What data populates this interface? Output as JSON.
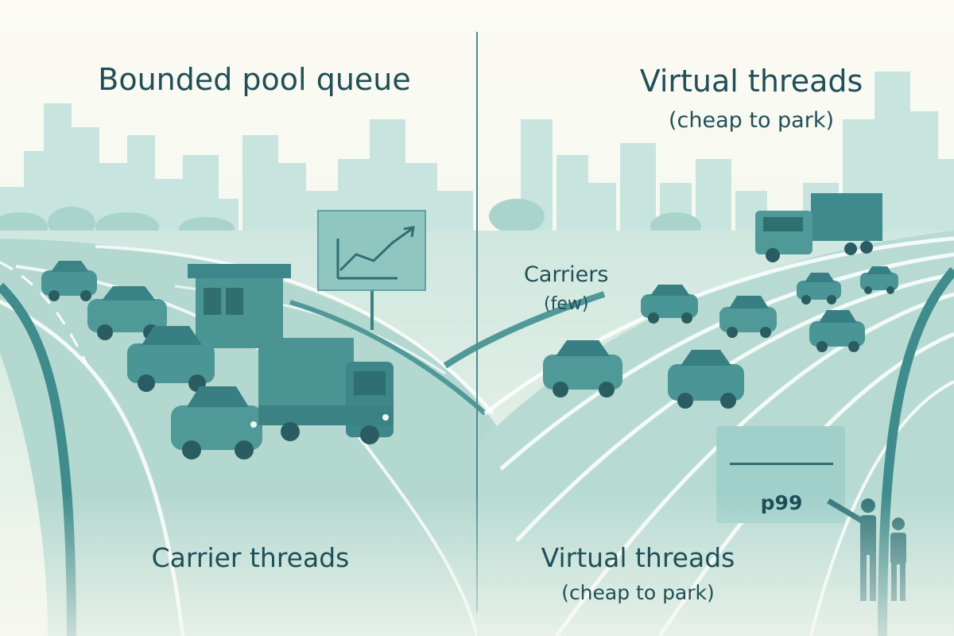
{
  "left_panel": {
    "title": "Bounded pool queue",
    "bottom_label": "Carrier threads",
    "sign_icon": "trending-up-chart-icon",
    "booth_icon": "toll-booth-icon",
    "vehicles": [
      "car",
      "car",
      "car",
      "car",
      "truck"
    ]
  },
  "right_panel": {
    "title": "Virtual threads",
    "subtitle": "(cheap to park)",
    "carriers_label": "Carriers",
    "carriers_sub": "(few)",
    "bottom_label": "Virtual threads",
    "bottom_sub": "(cheap to park)",
    "board_text": "p99",
    "vehicles": [
      "truck",
      "car",
      "car",
      "car",
      "car",
      "car",
      "car",
      "car"
    ]
  },
  "colors": {
    "background": "#f7f8ef",
    "teal_dark": "#2f7b7f",
    "teal_mid": "#5aa5a3",
    "teal_light": "#bfe0da",
    "text": "#1f4f58"
  }
}
